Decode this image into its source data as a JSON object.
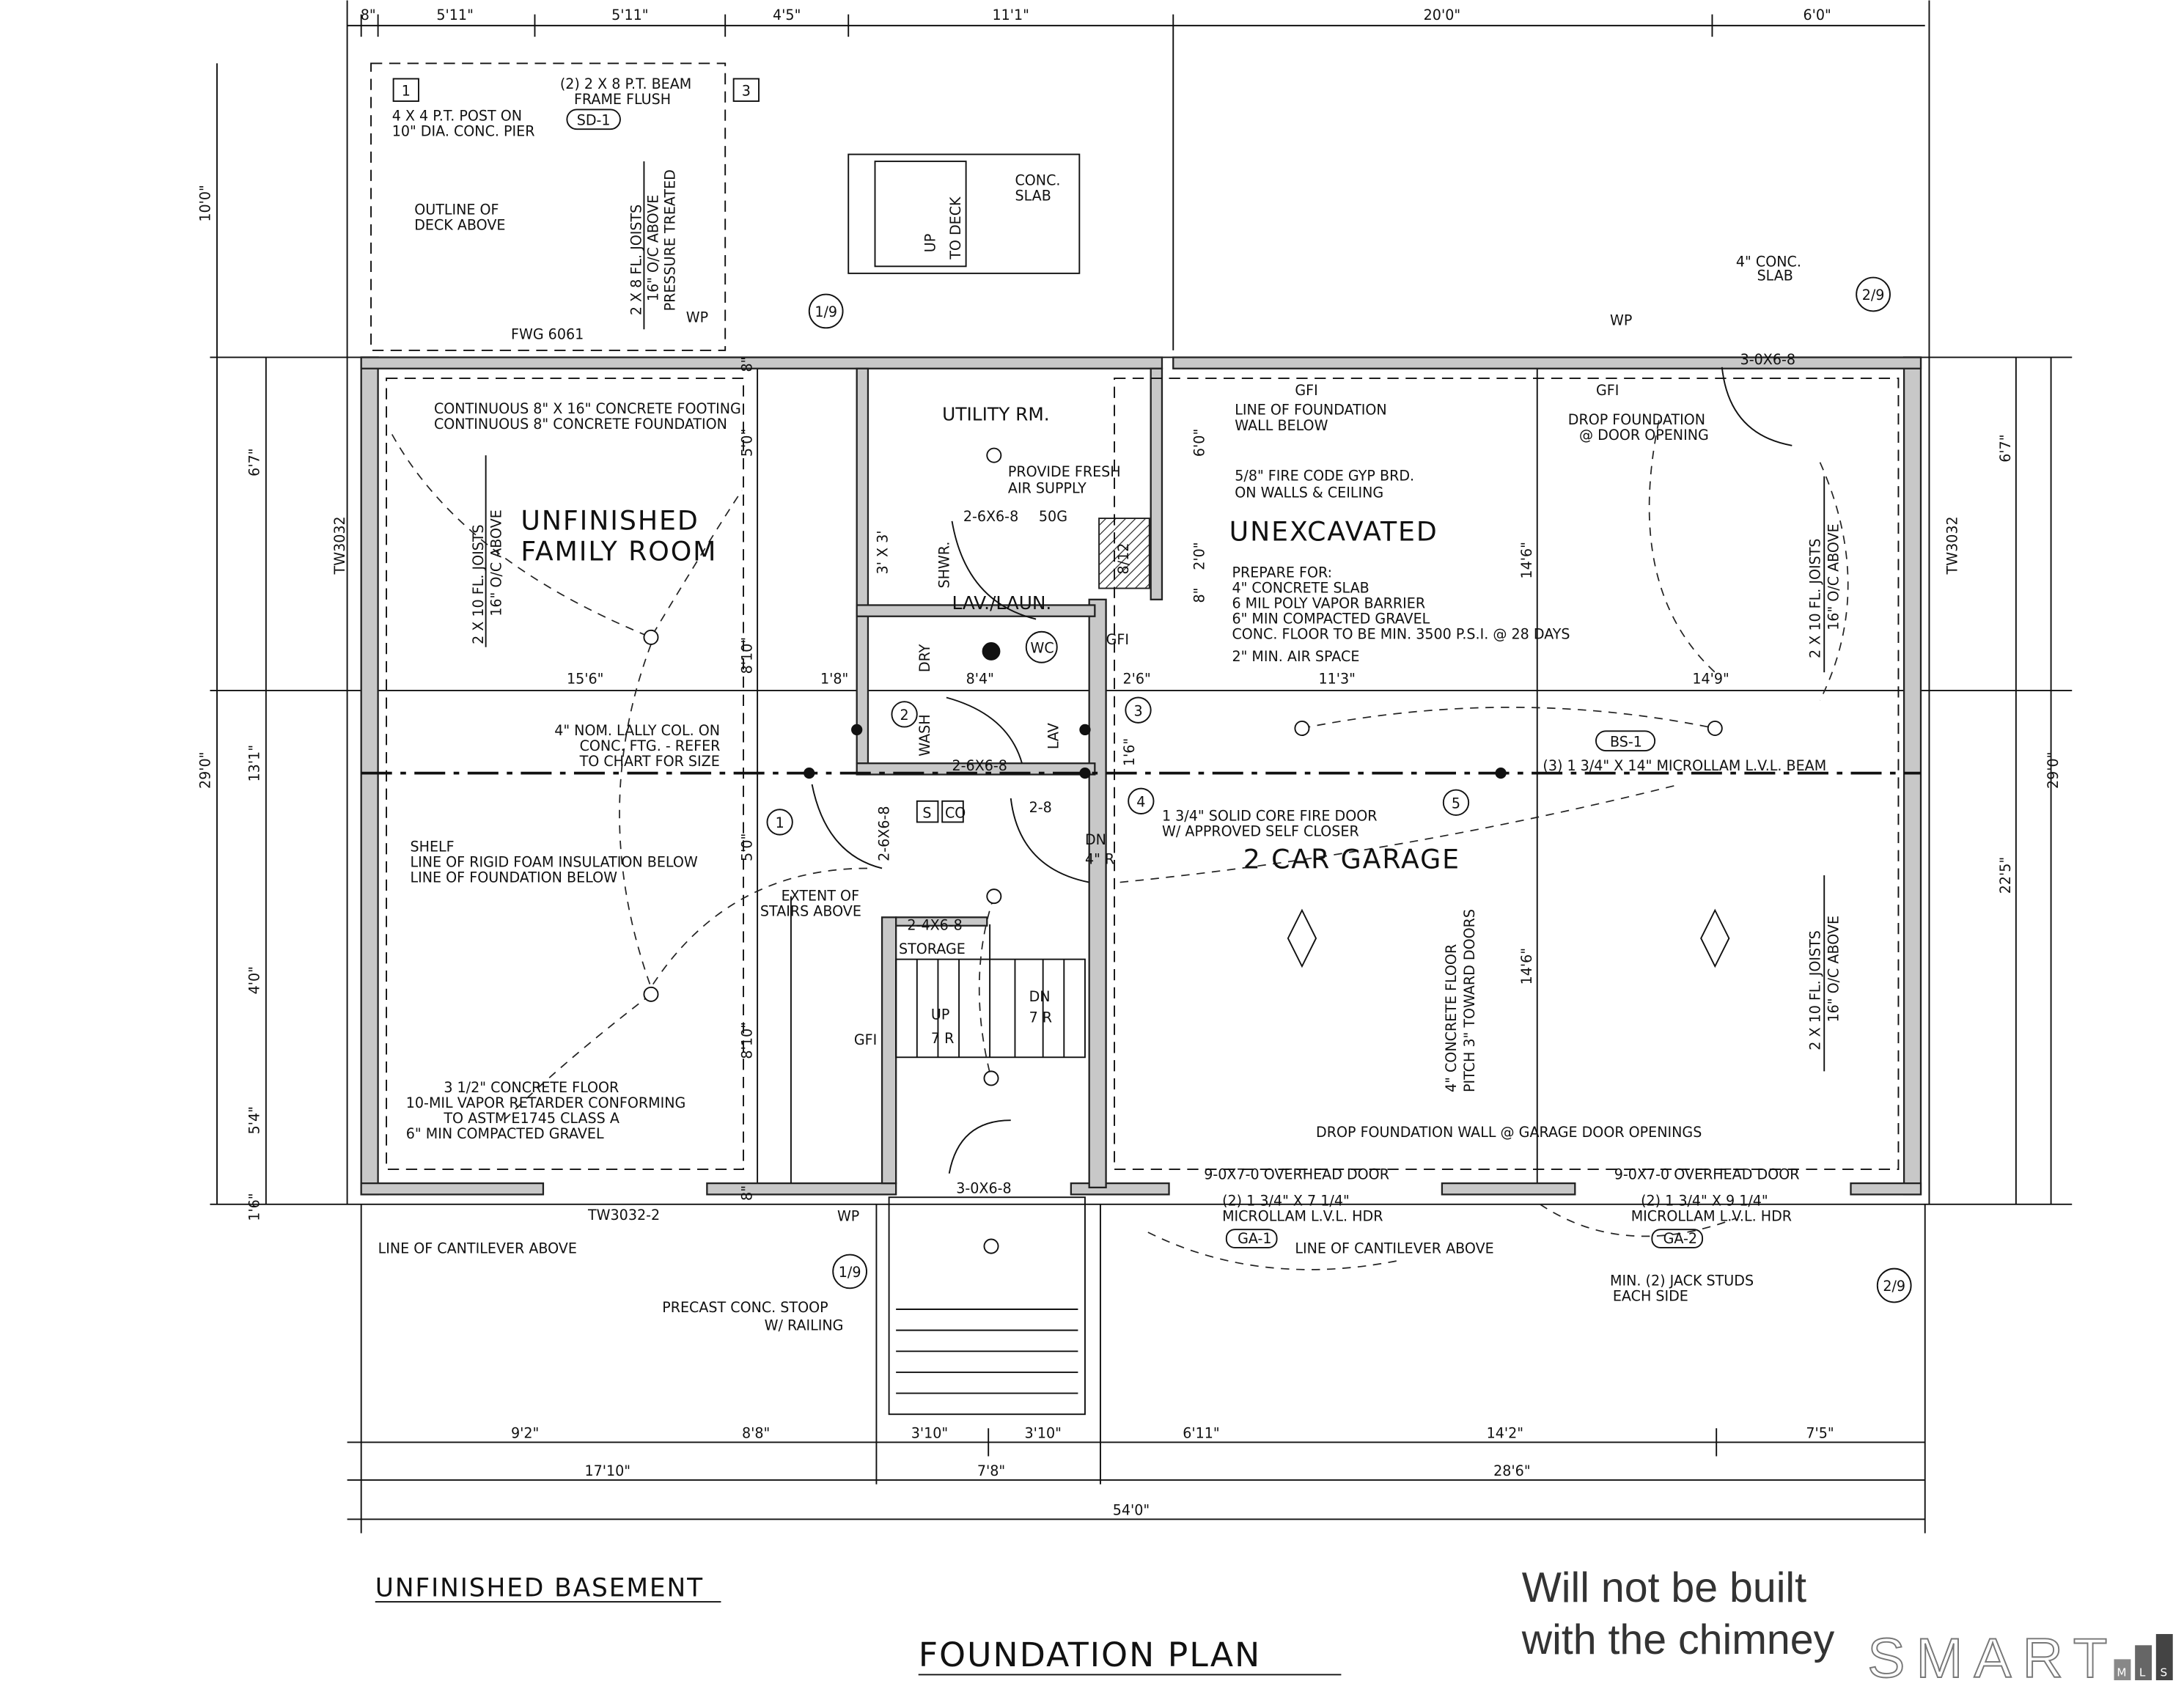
{
  "title": "FOUNDATION PLAN",
  "subtitle": "UNFINISHED BASEMENT",
  "overlay_note": [
    "Will not be built",
    "with the chimney"
  ],
  "logo": {
    "text": "SMART",
    "badges": [
      "M",
      "L",
      "S"
    ],
    "colors": [
      "#888888",
      "#666666",
      "#444444"
    ]
  },
  "rooms": {
    "family": [
      "UNFINISHED",
      "FAMILY ROOM"
    ],
    "utility": "UTILITY RM.",
    "lav": "LAV./LAUN.",
    "unexcavated": "UNEXCAVATED",
    "garage": "2 CAR GARAGE",
    "storage": "STORAGE"
  },
  "dims": {
    "top": [
      "8\"",
      "5'11\"",
      "5'11\"",
      "4'5\"",
      "11'1\"",
      "20'0\"",
      "6'0\""
    ],
    "bottom1": [
      "9'2\"",
      "8'8\"",
      "3'10\"",
      "3'10\"",
      "6'11\"",
      "14'2\"",
      "7'5\""
    ],
    "bottom2": [
      "17'10\"",
      "7'8\"",
      "28'6\""
    ],
    "overall": "54'0\"",
    "left_outer": [
      "10'0\"",
      "29'0\""
    ],
    "left_inner": [
      "6'7\"",
      "13'1\"",
      "4'0\"",
      "5'4\"",
      "1'6\""
    ],
    "right_inner": [
      "6'7\"",
      "22'5\""
    ],
    "right_outer": "29'0\"",
    "interior": [
      "15'6\"",
      "8'10\"",
      "1'8\"",
      "8'4\"",
      "2'6\"",
      "11'3\"",
      "14'9\"",
      "5'0\"",
      "8'10\"",
      "5'0\"",
      "6'0\"",
      "2'0\"",
      "8\"",
      "14'6\"",
      "14'6\"",
      "1'6\"",
      "8\"",
      "8\""
    ]
  },
  "notes": {
    "post": [
      "4 X 4 P.T. POST ON",
      "10\" DIA. CONC. PIER"
    ],
    "beam_deck": [
      "(2) 2 X 8 P.T. BEAM",
      "FRAME FLUSH"
    ],
    "sd1": "SD-1",
    "deck_outline": [
      "OUTLINE OF",
      "DECK ABOVE"
    ],
    "deck_joists": [
      "2 X 8 FL. JOISTS",
      "16\" O/C ABOVE",
      "PRESSURE TREATED"
    ],
    "up_deck": [
      "UP",
      "TO DECK"
    ],
    "conc_slab": [
      "CONC.",
      "SLAB"
    ],
    "conc_slab4": [
      "4\" CONC.",
      "SLAB"
    ],
    "fwg": "FWG 6061",
    "footing": [
      "CONTINUOUS 8\" X 16\" CONCRETE FOOTING",
      "CONTINUOUS 8\" CONCRETE FOUNDATION"
    ],
    "fam_joists": [
      "2 X 10 FL. JOISTS",
      "16\" O/C ABOVE"
    ],
    "fresh_air": [
      "PROVIDE FRESH",
      "AIR SUPPLY"
    ],
    "found_wall": [
      "LINE OF FOUNDATION",
      "WALL BELOW"
    ],
    "gyp": [
      "5/8\" FIRE CODE GYP BRD.",
      "ON WALLS & CEILING"
    ],
    "prepare": [
      "PREPARE FOR:",
      "4\" CONCRETE SLAB",
      "6 MIL POLY VAPOR BARRIER",
      "6\" MIN COMPACTED GRAVEL",
      "CONC. FLOOR TO BE MIN. 3500 P.S.I. @ 28 DAYS"
    ],
    "air_space": "2\" MIN. AIR SPACE",
    "drop_found": [
      "DROP FOUNDATION",
      "@ DOOR OPENING"
    ],
    "lally": [
      "4\" NOM. LALLY COL. ON",
      "CONC. FTG. - REFER",
      "TO CHART FOR SIZE"
    ],
    "bs1": "BS-1",
    "lvl_beam": "(3) 1 3/4\" X 14\" MICROLLAM L.V.L. BEAM",
    "fire_door": [
      "1 3/4\" SOLID CORE FIRE DOOR",
      "W/ APPROVED SELF CLOSER"
    ],
    "shelf": [
      "SHELF",
      "LINE OF RIGID FOAM INSULATION BELOW",
      "LINE OF FOUNDATION BELOW"
    ],
    "stairs_above": [
      "EXTENT OF",
      "STAIRS ABOVE"
    ],
    "conc_floor": [
      "3 1/2\" CONCRETE FLOOR",
      "10-MIL VAPOR RETARDER CONFORMING",
      "TO ASTM E1745 CLASS A",
      "6\" MIN COMPACTED GRAVEL"
    ],
    "garage_pitch": [
      "4\" CONCRETE FLOOR",
      "PITCH 3\" TOWARD DOORS"
    ],
    "garage_joists": [
      "2 X 10 FL. JOISTS",
      "16\" O/C ABOVE"
    ],
    "drop_garage": "DROP FOUNDATION WALL @ GARAGE DOOR OPENINGS",
    "overhead": [
      "9-0X7-0 OVERHEAD DOOR",
      "9-0X7-0 OVERHEAD DOOR"
    ],
    "hdr1": [
      "(2) 1 3/4\" X 7 1/4\"",
      "MICROLLAM L.V.L. HDR"
    ],
    "hdr2": [
      "(2) 1 3/4\" X 9 1/4\"",
      "MICROLLAM L.V.L. HDR"
    ],
    "ga1": "GA-1",
    "ga2": "GA-2",
    "cantilever": [
      "LINE OF CANTILEVER ABOVE",
      "LINE OF CANTILEVER ABOVE"
    ],
    "jack": [
      "MIN. (2) JACK STUDS",
      "EACH SIDE"
    ],
    "stoop": [
      "PRECAST CONC. STOOP",
      "W/ RAILING"
    ],
    "windows": [
      "TW3032",
      "TW3032",
      "TW3032-2"
    ],
    "doors": [
      "2-6X6-8",
      "2-6X6-8",
      "2-6X6-8",
      "2-4X6-8",
      "3-0X6-8",
      "3-0X6-8",
      "2-8"
    ],
    "fixtures": [
      "SHWR.",
      "3' X 3'",
      "DRY",
      "WASH",
      "WC",
      "LAV",
      "S",
      "CO",
      "8/12",
      "50G"
    ],
    "stair": [
      "UP",
      "7 R",
      "DN",
      "7 R",
      "DN",
      "4\" R"
    ],
    "gfi": "GFI",
    "wp": "WP",
    "tags": [
      "1",
      "2",
      "3",
      "4",
      "5"
    ],
    "sections": [
      "1/9",
      "2/9",
      "1/9",
      "2/9"
    ],
    "deck_tags": [
      "1",
      "3"
    ]
  }
}
